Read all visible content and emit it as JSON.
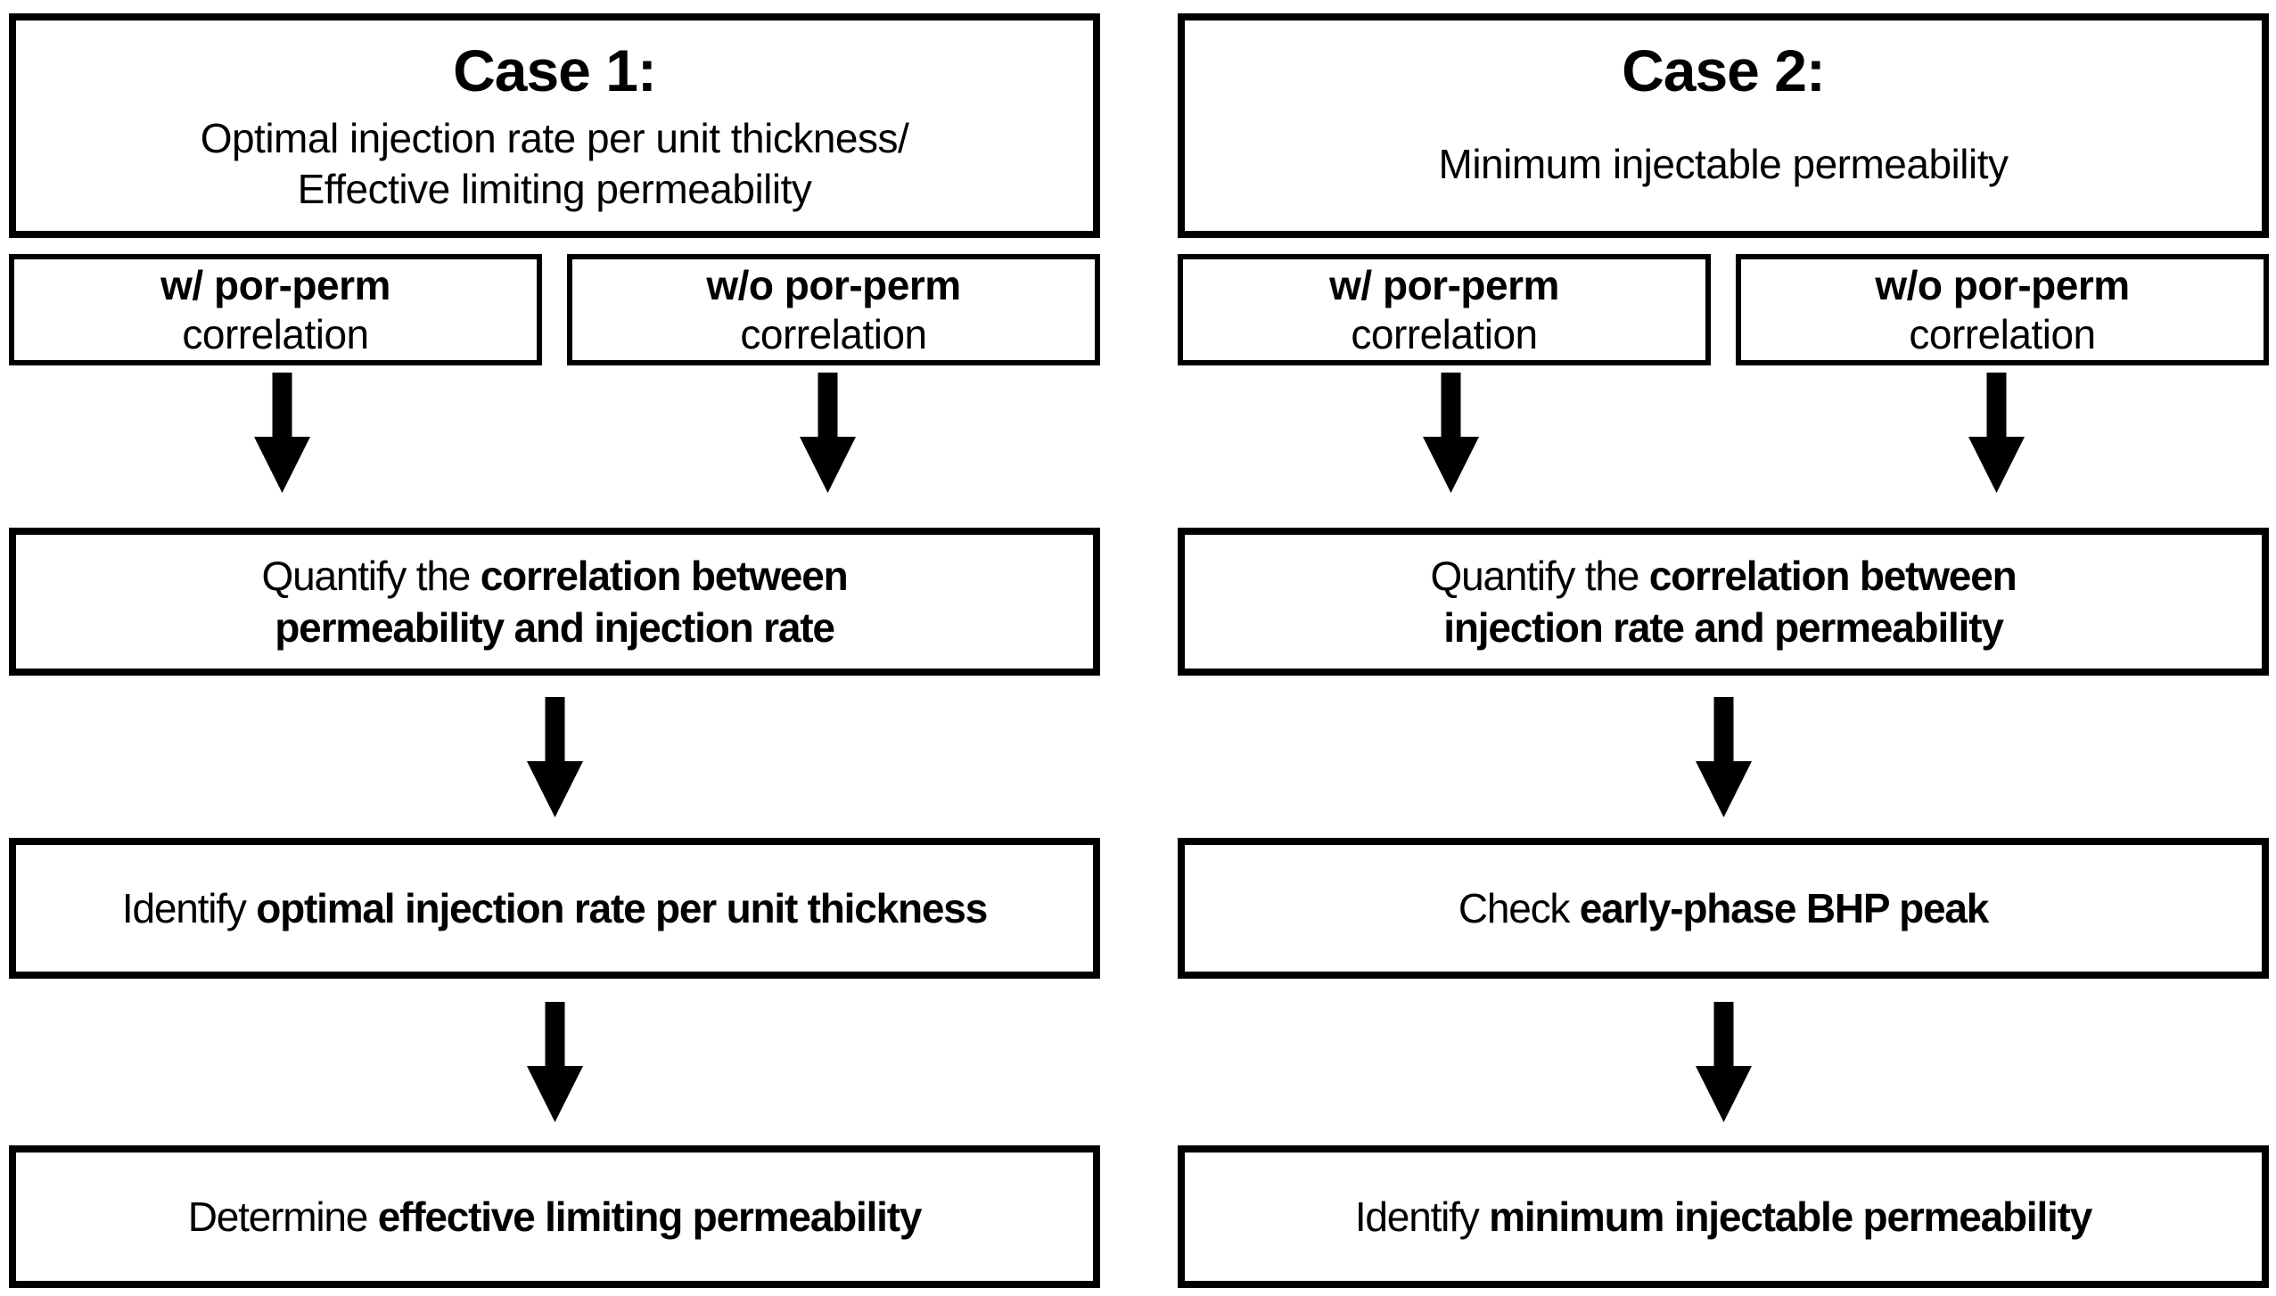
{
  "colors": {
    "ink": "#000000",
    "paper": "#ffffff"
  },
  "case1": {
    "title": "Case 1:",
    "subtitle_line1": "Optimal injection rate per unit thickness/",
    "subtitle_line2": "Effective limiting permeability",
    "branch_left_bold": "w/ por-perm",
    "branch_left_plain": "correlation",
    "branch_right_bold": "w/o por-perm",
    "branch_right_plain": "correlation",
    "step1_plain": "Quantify the ",
    "step1_bold_line1": "correlation between",
    "step1_bold_line2": "permeability and injection rate",
    "step2_plain": "Identify ",
    "step2_bold": "optimal injection rate per unit thickness",
    "step3_plain": "Determine ",
    "step3_bold": "effective limiting permeability"
  },
  "case2": {
    "title": "Case 2:",
    "subtitle_line1": "Minimum injectable permeability",
    "branch_left_bold": "w/ por-perm",
    "branch_left_plain": "correlation",
    "branch_right_bold": "w/o por-perm",
    "branch_right_plain": "correlation",
    "step1_plain": "Quantify the ",
    "step1_bold_line1": "correlation between",
    "step1_bold_line2": "injection rate and permeability",
    "step2_plain": "Check ",
    "step2_bold": "early-phase BHP peak",
    "step3_plain": "Identify ",
    "step3_bold": "minimum injectable permeability"
  }
}
